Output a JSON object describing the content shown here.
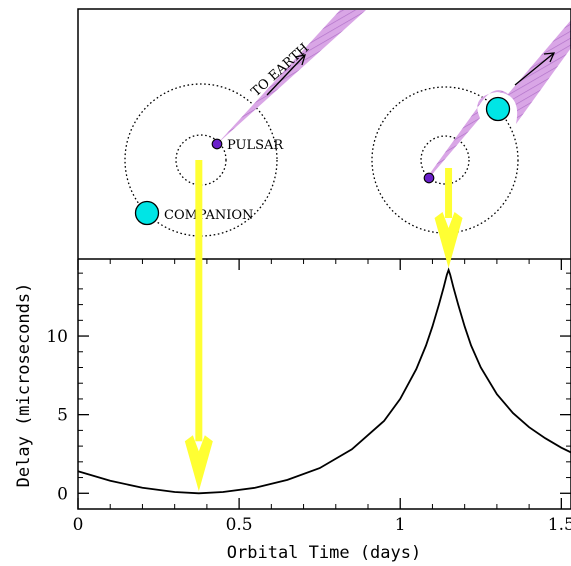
{
  "chart_data": {
    "type": "line",
    "xlabel": "Orbital Time (days)",
    "ylabel": "Delay (microseconds)",
    "xlim": [
      0,
      1.53
    ],
    "ylim": [
      -1.0,
      14.9
    ],
    "xticks": [
      0,
      0.5,
      1,
      1.5
    ],
    "xtick_labels": [
      "0",
      "0.5",
      "1",
      "1.5"
    ],
    "yticks": [
      0,
      5,
      10
    ],
    "ytick_labels": [
      "0",
      "5",
      "10"
    ],
    "grid": false,
    "series": [
      {
        "line_color": "#000000",
        "x": [
          0,
          0.1,
          0.2,
          0.3,
          0.375,
          0.45,
          0.55,
          0.65,
          0.75,
          0.85,
          0.95,
          1.0,
          1.05,
          1.08,
          1.1,
          1.12,
          1.135,
          1.145,
          1.15,
          1.155,
          1.165,
          1.18,
          1.2,
          1.22,
          1.25,
          1.3,
          1.35,
          1.4,
          1.45,
          1.5,
          1.53
        ],
        "y": [
          1.4,
          0.8,
          0.35,
          0.08,
          0.0,
          0.08,
          0.35,
          0.85,
          1.6,
          2.8,
          4.6,
          6.0,
          7.9,
          9.4,
          10.6,
          12.0,
          13.1,
          13.9,
          14.2,
          13.9,
          13.1,
          12.0,
          10.6,
          9.4,
          8.0,
          6.3,
          5.1,
          4.2,
          3.5,
          2.9,
          2.6
        ]
      }
    ],
    "highlight_arrows": [
      {
        "x": 0.375,
        "color": "#ffff33"
      },
      {
        "x": 1.15,
        "color": "#ffff33"
      }
    ]
  },
  "diagram": {
    "labels": {
      "to_earth": "TO EARTH",
      "pulsar": "PULSAR",
      "companion": "COMPANION"
    },
    "colors": {
      "pulsar": "#6a1fc9",
      "companion": "#00e5e5",
      "beam": "#d9a6e6",
      "beam_hatch": "#b070c8",
      "arrow": "#ffff33"
    }
  }
}
